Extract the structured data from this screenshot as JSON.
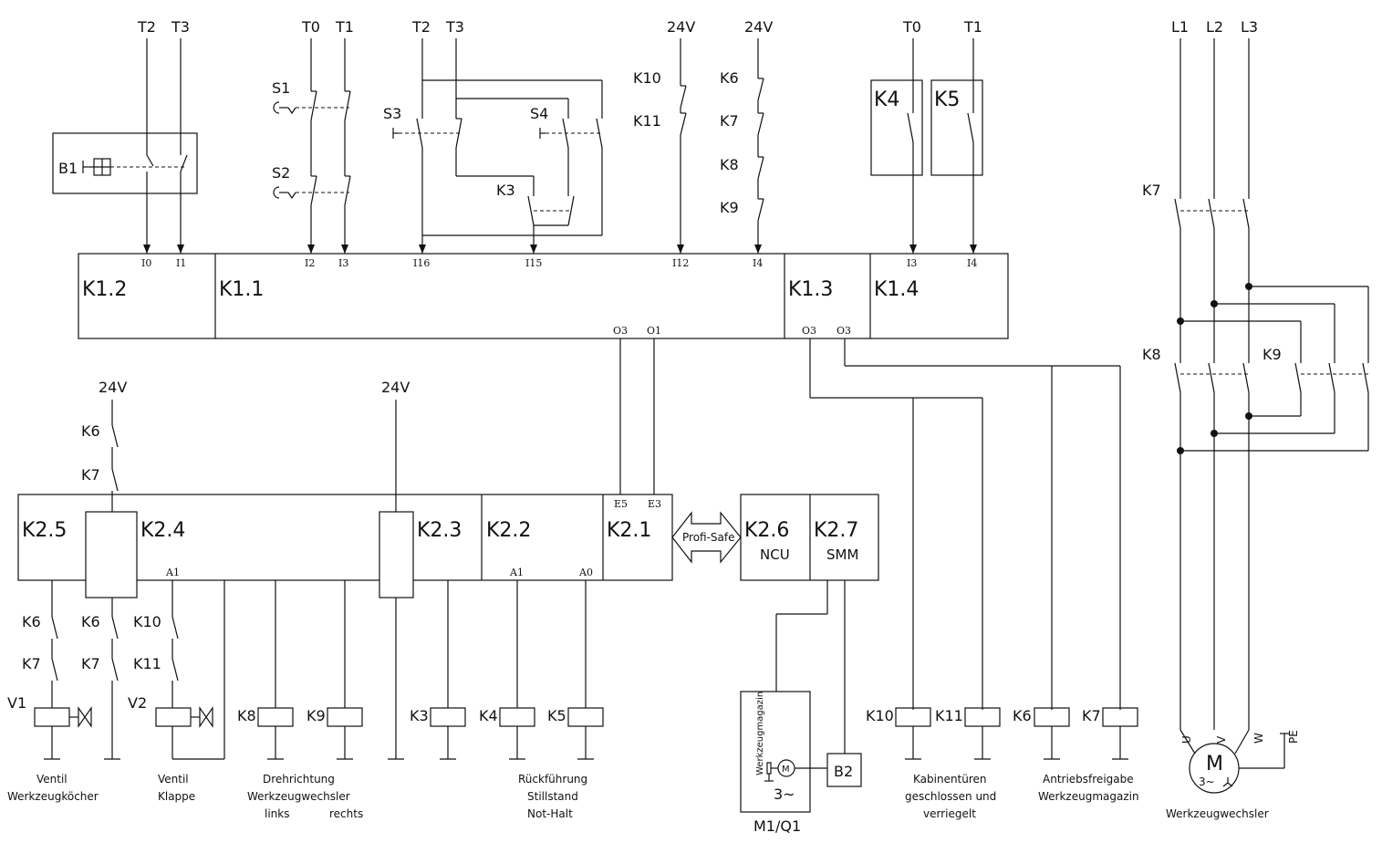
{
  "supply_labels": {
    "b1_t2": "T2",
    "b1_t3": "T3",
    "s12_t0": "T0",
    "s12_t1": "T1",
    "s34_t2": "T2",
    "s34_t3": "T3",
    "k1011_24v": "24V",
    "k69_24v": "24V",
    "k45_t0": "T0",
    "k45_t1": "T1",
    "l1": "L1",
    "l2": "L2",
    "l3": "L3",
    "k2_24v_left": "24V",
    "k2_24v_mid": "24V"
  },
  "switch_labels": {
    "b1": "B1",
    "s1": "S1",
    "s2": "S2",
    "s3": "S3",
    "s4": "S4",
    "k3": "K3",
    "k10_top": "K10",
    "k11_top": "K11",
    "k6_top": "K6",
    "k7_top": "K7",
    "k8_top": "K8",
    "k9_top": "K9",
    "k4": "K4",
    "k5": "K5",
    "k7_motor": "K7",
    "k8_motor": "K8",
    "k9_motor": "K9",
    "k6_24v": "K6",
    "k7_24v": "K7",
    "k6_v1": "K6",
    "k7_v1": "K7",
    "k6_mid": "K6",
    "k7_mid": "K7",
    "k10_v2": "K10",
    "k11_v2": "K11"
  },
  "modules": {
    "k1_2": "K1.2",
    "k1_1": "K1.1",
    "k1_3": "K1.3",
    "k1_4": "K1.4",
    "k2_5": "K2.5",
    "k2_4": "K2.4",
    "k2_3": "K2.3",
    "k2_2": "K2.2",
    "k2_1": "K2.1",
    "k2_6": "K2.6",
    "k2_6_sub": "NCU",
    "k2_7": "K2.7",
    "k2_7_sub": "SMM"
  },
  "pins": {
    "k12_i0": "I0",
    "k12_i1": "I1",
    "k11_i2": "I2",
    "k11_i3": "I3",
    "k11_i16": "I16",
    "k11_i15": "I15",
    "k11_i12": "I12",
    "k11_i4": "I4",
    "k11_o3": "O3",
    "k11_o1": "O1",
    "k13_o3a": "O3",
    "k13_o3b": "O3",
    "k14_i3": "I3",
    "k14_i4": "I4",
    "k21_e5": "E5",
    "k21_e3": "E3",
    "k24_a1": "A1",
    "k22_a1": "A1",
    "k22_a0": "A0"
  },
  "bus_label": "Profi-Safe",
  "coil_labels": {
    "v1": "V1",
    "v2": "V2",
    "k8": "K8",
    "k9": "K9",
    "k3": "K3",
    "k4": "K4",
    "k5": "K5",
    "k10": "K10",
    "k11": "K11",
    "k6": "K6",
    "k7": "K7"
  },
  "motor": {
    "magazine_text": "Werkzeugmagazin",
    "m_small": "M",
    "phase": "3~",
    "b2": "B2",
    "m1q1": "M1/Q1",
    "m_big": "M",
    "m_phase": "3~",
    "terminal_u": "U",
    "terminal_v": "V",
    "terminal_w": "W",
    "pe": "PE"
  },
  "captions": {
    "ventil1_a": "Ventil",
    "ventil1_b": "Werkzeugköcher",
    "ventil2_a": "Ventil",
    "ventil2_b": "Klappe",
    "dreh_a": "Drehrichtung",
    "dreh_b": "Werkzeugwechsler",
    "dreh_c": "links",
    "dreh_d": "rechts",
    "rueck_a": "Rückführung",
    "rueck_b": "Stillstand",
    "rueck_c": "Not-Halt",
    "kab_a": "Kabinentüren",
    "kab_b": "geschlossen und",
    "kab_c": "verriegelt",
    "antr_a": "Antriebsfreigabe",
    "antr_b": "Werkzeugmagazin",
    "ww": "Werkzeugwechsler"
  }
}
